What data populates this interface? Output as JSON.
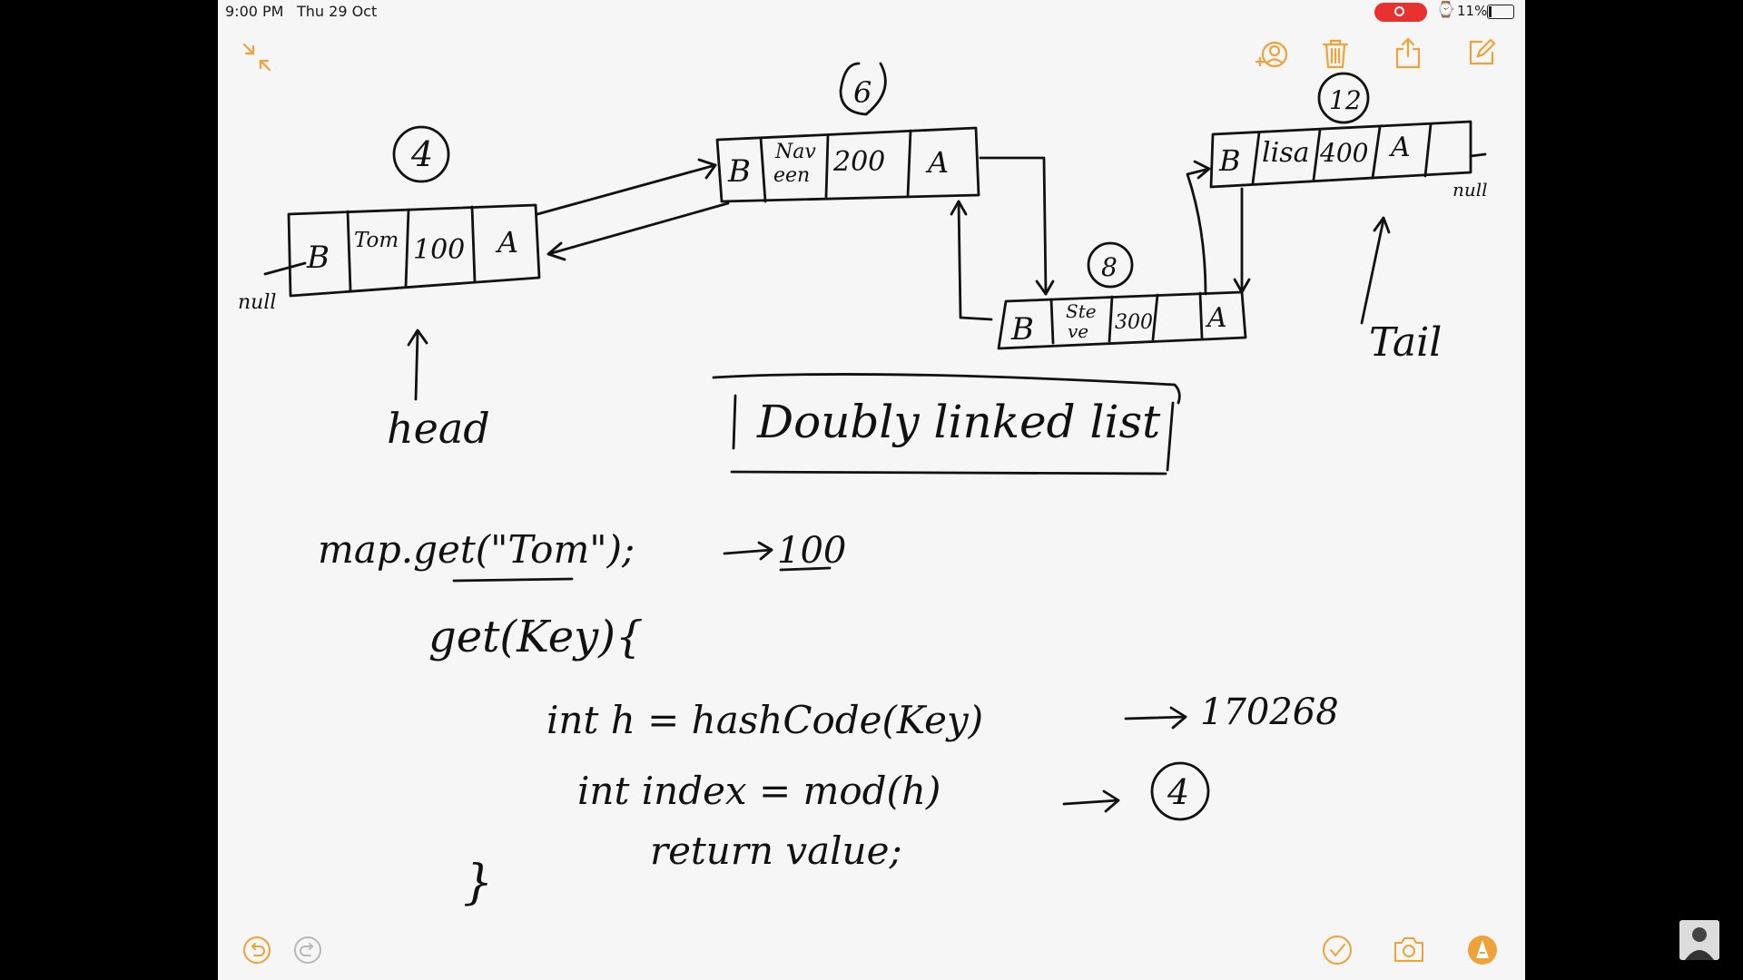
{
  "status": {
    "time": "9:00 PM",
    "date": "Thu 29 Oct",
    "battery": "11%"
  },
  "toolbar": {
    "icons": [
      "collapse-icon",
      "add-person-icon",
      "trash-icon",
      "share-icon",
      "compose-icon",
      "undo-icon",
      "redo-icon",
      "checkmark-icon",
      "camera-icon",
      "markup-pen-icon"
    ],
    "accent_color": "#f0a23a"
  },
  "note": {
    "node1": {
      "index": "4",
      "prev": "B",
      "name": "Tom",
      "value": "100",
      "next": "A",
      "null": "null"
    },
    "node2": {
      "index": "6",
      "prev": "B",
      "name_line1": "Nav",
      "name_line2": "een",
      "value": "200",
      "next": "A"
    },
    "node3": {
      "index": "8",
      "prev": "B",
      "name_line1": "Ste",
      "name_line2": "ve",
      "value": "300",
      "next": "A"
    },
    "node4": {
      "index": "12",
      "prev": "B",
      "name": "lisa",
      "value": "400",
      "next": "A",
      "null": "null"
    },
    "head_label": "head",
    "tail_label": "Tail",
    "title": "Doubly linked list",
    "code": {
      "line1": "map.get(\"Tom\");",
      "line1_result": "100",
      "line2": "get(Key){",
      "line3": "int h = hashCode(Key)",
      "line3_result": "170268",
      "line4": "int index = mod(h)",
      "line4_result": "4",
      "line5": "return value;",
      "line6": "}"
    }
  }
}
